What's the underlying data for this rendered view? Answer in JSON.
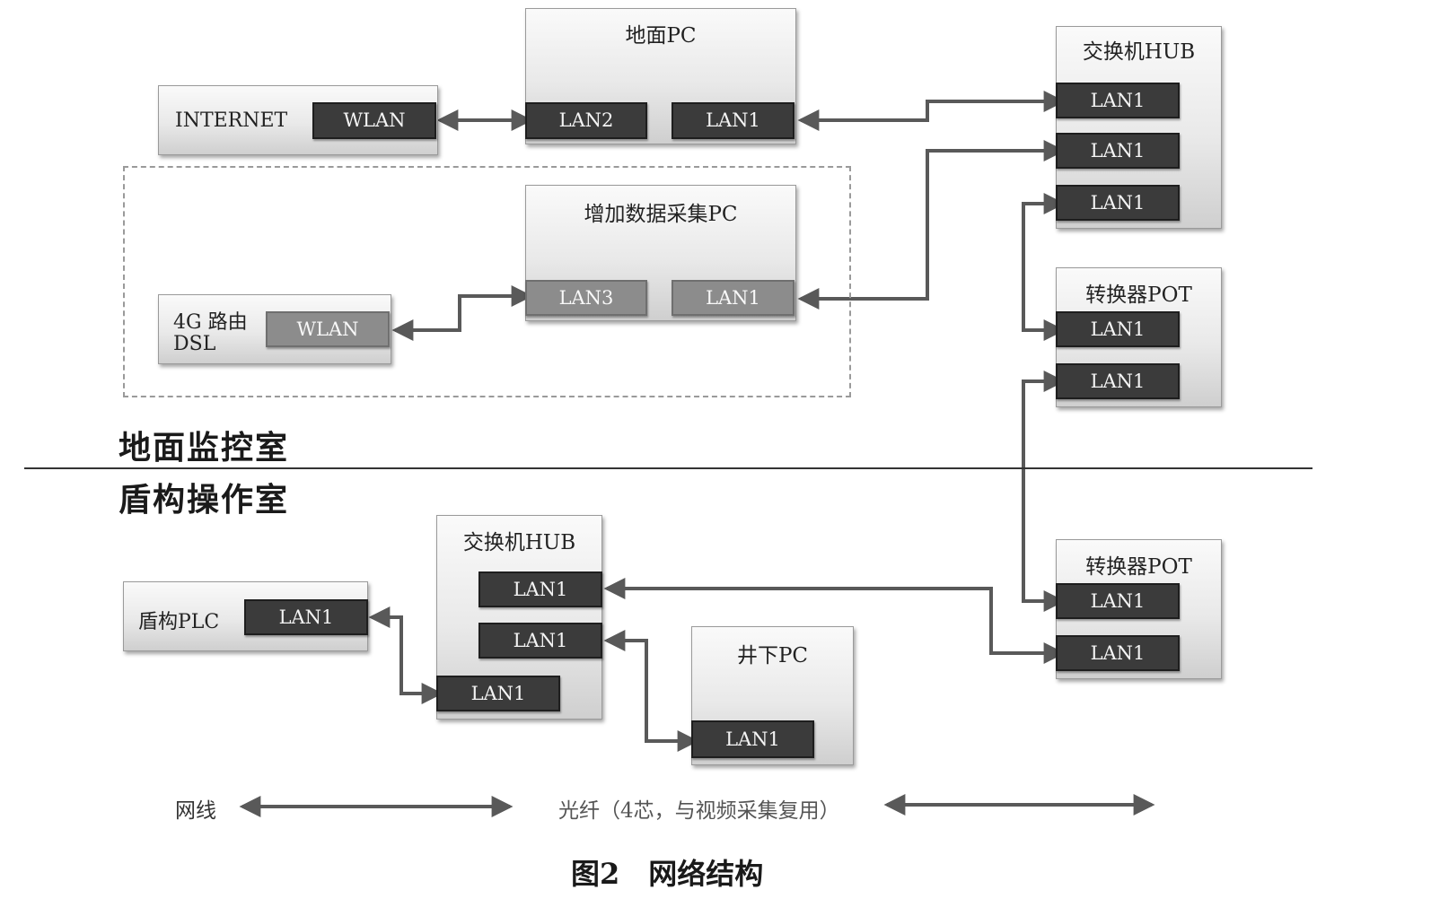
{
  "rooms": {
    "surface": "地面监控室",
    "shield": "盾构操作室"
  },
  "internet": {
    "label": "INTERNET",
    "port": "WLAN"
  },
  "ground_pc": {
    "title": "地面PC",
    "port_a": "LAN2",
    "port_b": "LAN1"
  },
  "added_pc": {
    "title": "增加数据采集PC",
    "port_a": "LAN3",
    "port_b": "LAN1"
  },
  "router": {
    "label_line1": "4G 路由",
    "label_line2": "DSL",
    "port": "WLAN"
  },
  "top_hub": {
    "title": "交换机HUB",
    "ports": [
      "LAN1",
      "LAN1",
      "LAN1"
    ]
  },
  "top_converter": {
    "title": "转换器POT",
    "ports": [
      "LAN1",
      "LAN1"
    ]
  },
  "bottom_converter": {
    "title": "转换器POT",
    "ports": [
      "LAN1",
      "LAN1"
    ]
  },
  "bottom_hub": {
    "title": "交换机HUB",
    "ports": [
      "LAN1",
      "LAN1",
      "LAN1"
    ]
  },
  "shield_plc": {
    "label": "盾构PLC",
    "port": "LAN1"
  },
  "underground_pc": {
    "title": "井下PC",
    "port": "LAN1"
  },
  "legend": {
    "cable": "网线",
    "fiber": "光纤（4芯，与视频采集复用）"
  },
  "caption": "图2　网络结构",
  "colors": {
    "line": "#595959",
    "port_dark": "#3b3b3b",
    "port_grey": "#8c8c8c"
  }
}
